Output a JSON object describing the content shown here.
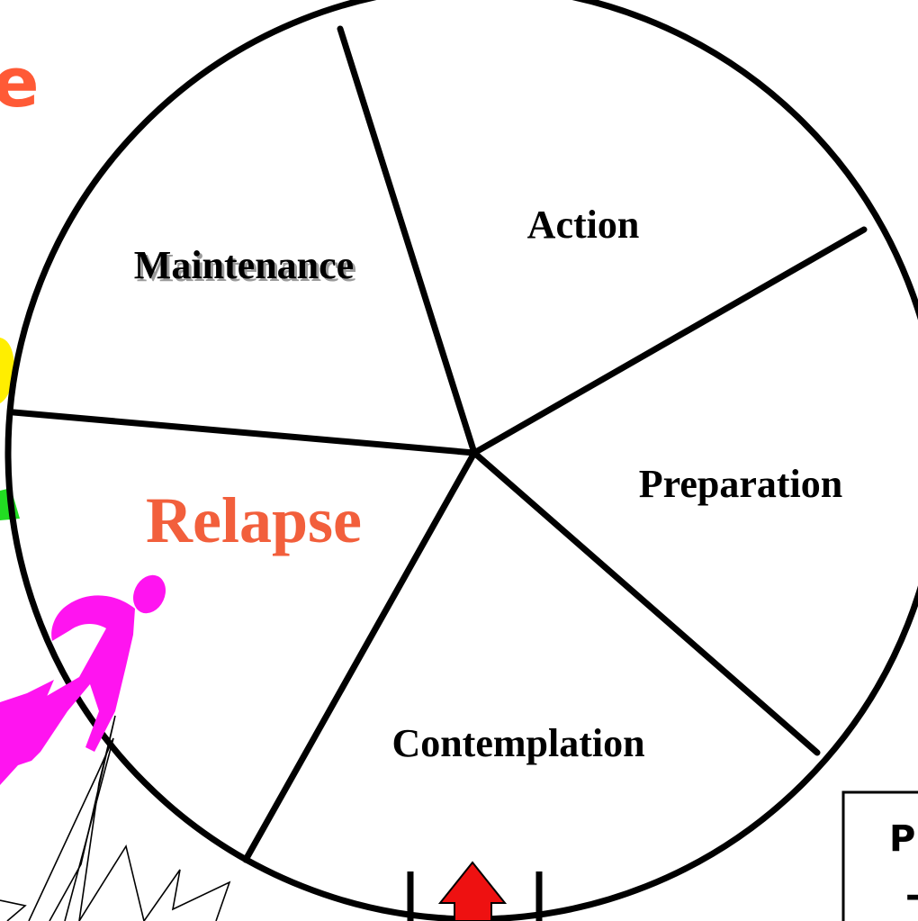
{
  "diagram": {
    "segments": [
      {
        "label": "Action"
      },
      {
        "label": "Maintenance"
      },
      {
        "label": "Relapse"
      },
      {
        "label": "Contemplation"
      },
      {
        "label": "Preparation"
      }
    ],
    "corner_fragment": "e",
    "box_fragment_top": "P",
    "box_fragment_bottom": "-",
    "colors": {
      "relapse": "#F25F3C",
      "figure": "#FF14F0",
      "corner_text": "#FF5A36",
      "yellow_fragment": "#FFEE00",
      "green_fragment": "#22DD22",
      "arrow": "#EE1111",
      "outline": "#000000"
    }
  }
}
